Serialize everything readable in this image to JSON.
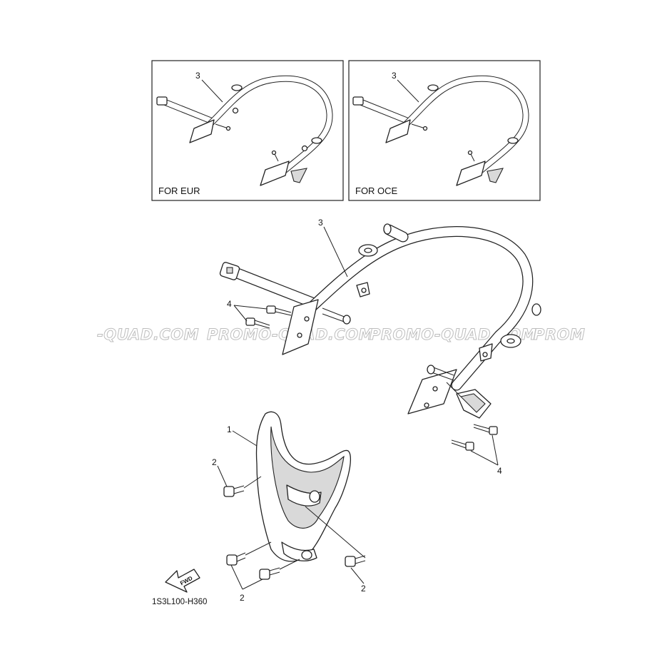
{
  "insets": [
    {
      "label": "FOR EUR",
      "callout": "3"
    },
    {
      "label": "FOR OCE",
      "callout": "3"
    }
  ],
  "callouts": {
    "frame": "3",
    "guard": "1",
    "bolt_guard": "2",
    "bolt_frame": "4"
  },
  "watermark": "PROMO-QUAD.COM",
  "watermark_partial_left": "-QUAD.COM",
  "watermark_partial_right": "PROM",
  "fwd_label": "FWD",
  "diagram_code": "1S3L100-H360",
  "colors": {
    "line": "#222222",
    "watermark_outline": "#bdbdbd",
    "background": "#ffffff"
  }
}
